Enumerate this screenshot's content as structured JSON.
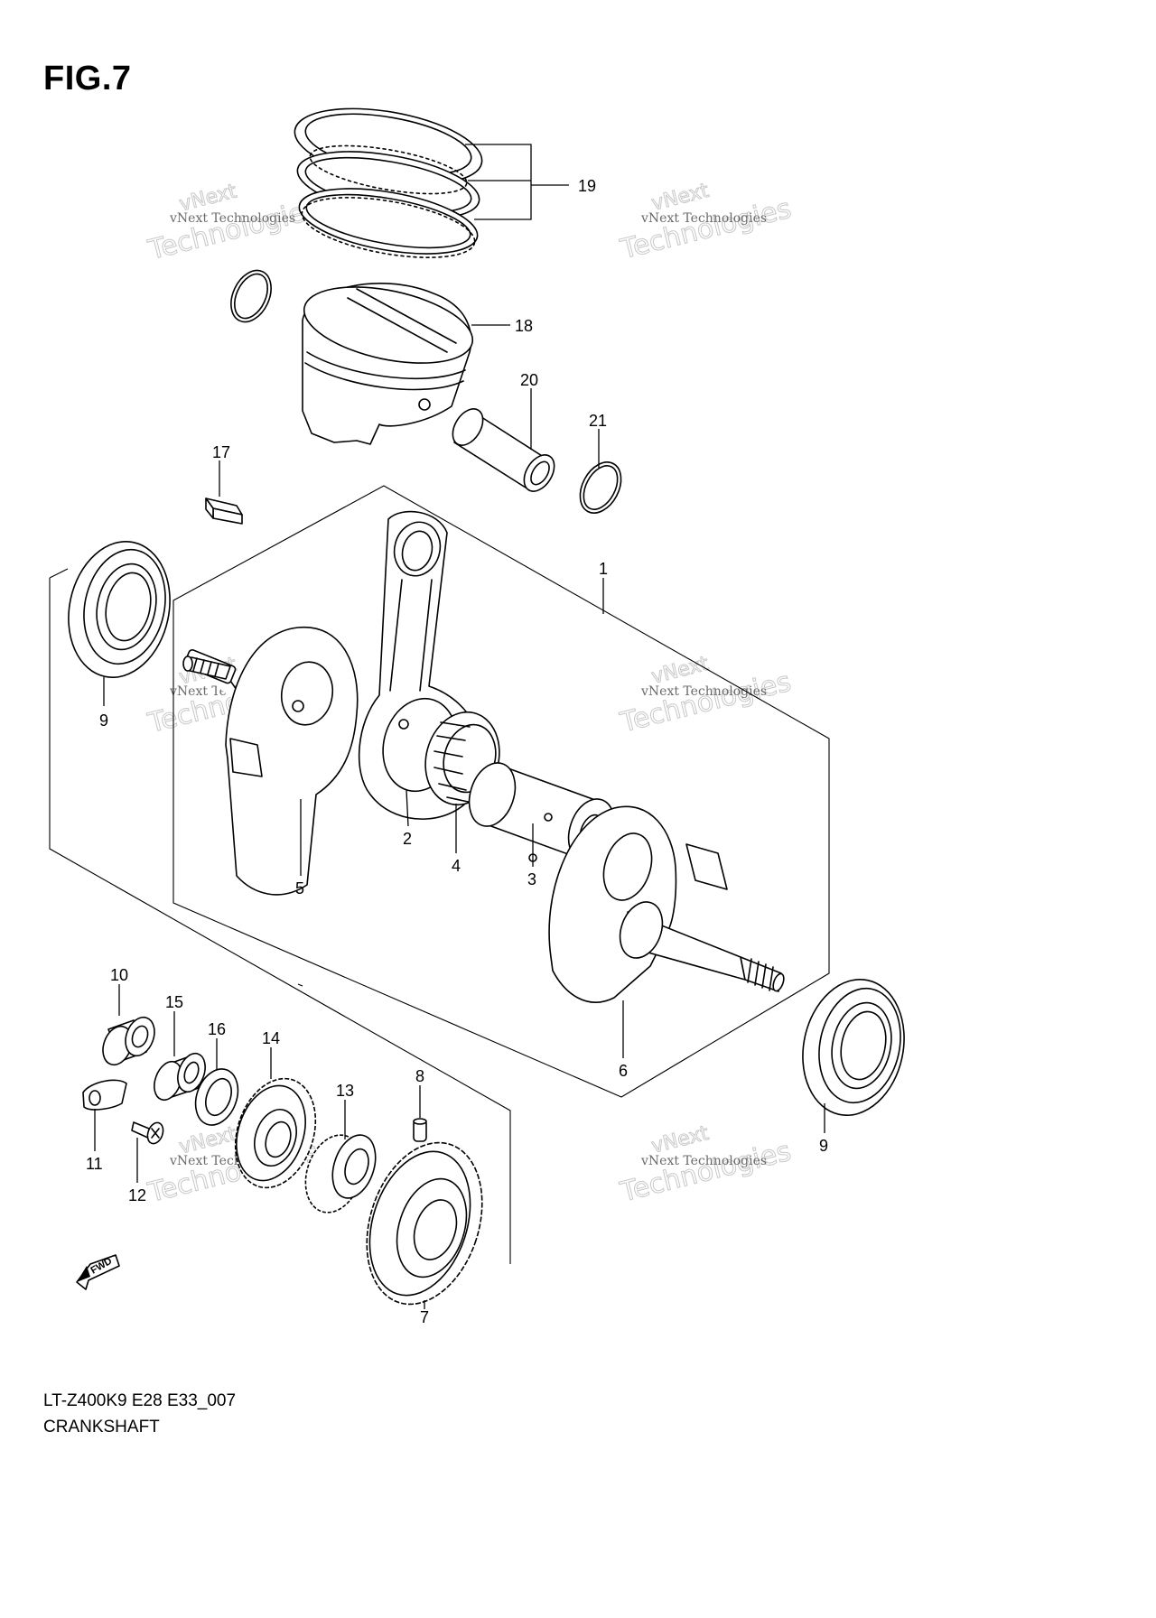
{
  "figure": {
    "title": "FIG.7"
  },
  "footer": {
    "code": "LT-Z400K9 E28 E33_007",
    "name": "CRANKSHAFT"
  },
  "watermark": {
    "line1": "vNext Technologies",
    "line2": "Technologies",
    "line3": "vNext"
  },
  "forward_arrow": {
    "label": "FWD"
  },
  "callouts": {
    "p1": "1",
    "p2": "2",
    "p3": "3",
    "p4": "4",
    "p5": "5",
    "p6": "6",
    "p7": "7",
    "p8": "8",
    "p9a": "9",
    "p9b": "9",
    "p10": "10",
    "p11": "11",
    "p12": "12",
    "p13": "13",
    "p14": "14",
    "p15": "15",
    "p16": "16",
    "p17": "17",
    "p18": "18",
    "p19": "19",
    "p20": "20",
    "p21": "21"
  }
}
